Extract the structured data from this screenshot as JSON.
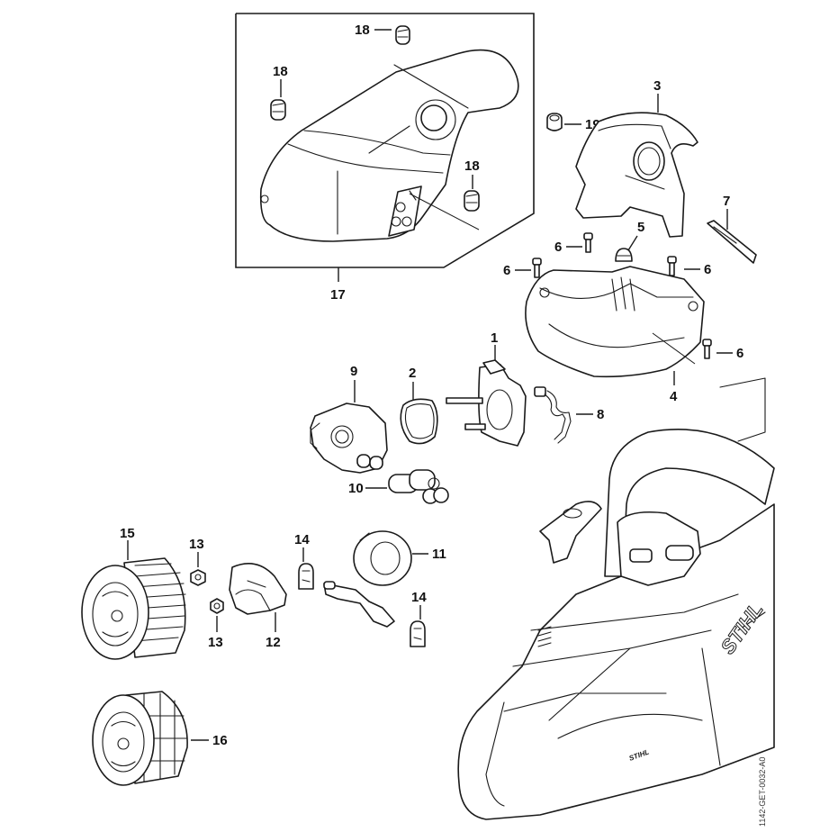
{
  "diagram": {
    "title": "Exploded parts diagram — shroud, carburetor, air filter",
    "drawing_code": "1142-GET-0032-A0",
    "brand_mark": "STIHL",
    "callouts": [
      {
        "id": "1",
        "part": "carburetor-flange"
      },
      {
        "id": "2",
        "part": "gasket"
      },
      {
        "id": "3",
        "part": "shroud-baffle"
      },
      {
        "id": "4",
        "part": "carburetor-box"
      },
      {
        "id": "5",
        "part": "grommet"
      },
      {
        "id": "6",
        "part": "screw"
      },
      {
        "id": "7",
        "part": "plate"
      },
      {
        "id": "8",
        "part": "impulse-hose"
      },
      {
        "id": "9",
        "part": "carburetor"
      },
      {
        "id": "10",
        "part": "fuel-hose-sleeve"
      },
      {
        "id": "11",
        "part": "air-filter-holder"
      },
      {
        "id": "12",
        "part": "choke-cover"
      },
      {
        "id": "13",
        "part": "nut"
      },
      {
        "id": "14",
        "part": "rubber-buffer"
      },
      {
        "id": "15",
        "part": "air-filter-fleece"
      },
      {
        "id": "16",
        "part": "air-filter-mesh"
      },
      {
        "id": "17",
        "part": "shroud-assembly"
      },
      {
        "id": "18",
        "part": "twist-lock-fastener"
      },
      {
        "id": "19",
        "part": "grommet-cap"
      }
    ],
    "labels": {
      "c1": "1",
      "c2": "2",
      "c3": "3",
      "c4": "4",
      "c5": "5",
      "c6a": "6",
      "c6b": "6",
      "c6c": "6",
      "c6d": "6",
      "c7": "7",
      "c8": "8",
      "c9": "9",
      "c10": "10",
      "c11": "11",
      "c12": "12",
      "c13a": "13",
      "c13b": "13",
      "c14a": "14",
      "c14b": "14",
      "c15": "15",
      "c16": "16",
      "c17": "17",
      "c18a": "18",
      "c18b": "18",
      "c18c": "18",
      "c19": "19"
    }
  }
}
